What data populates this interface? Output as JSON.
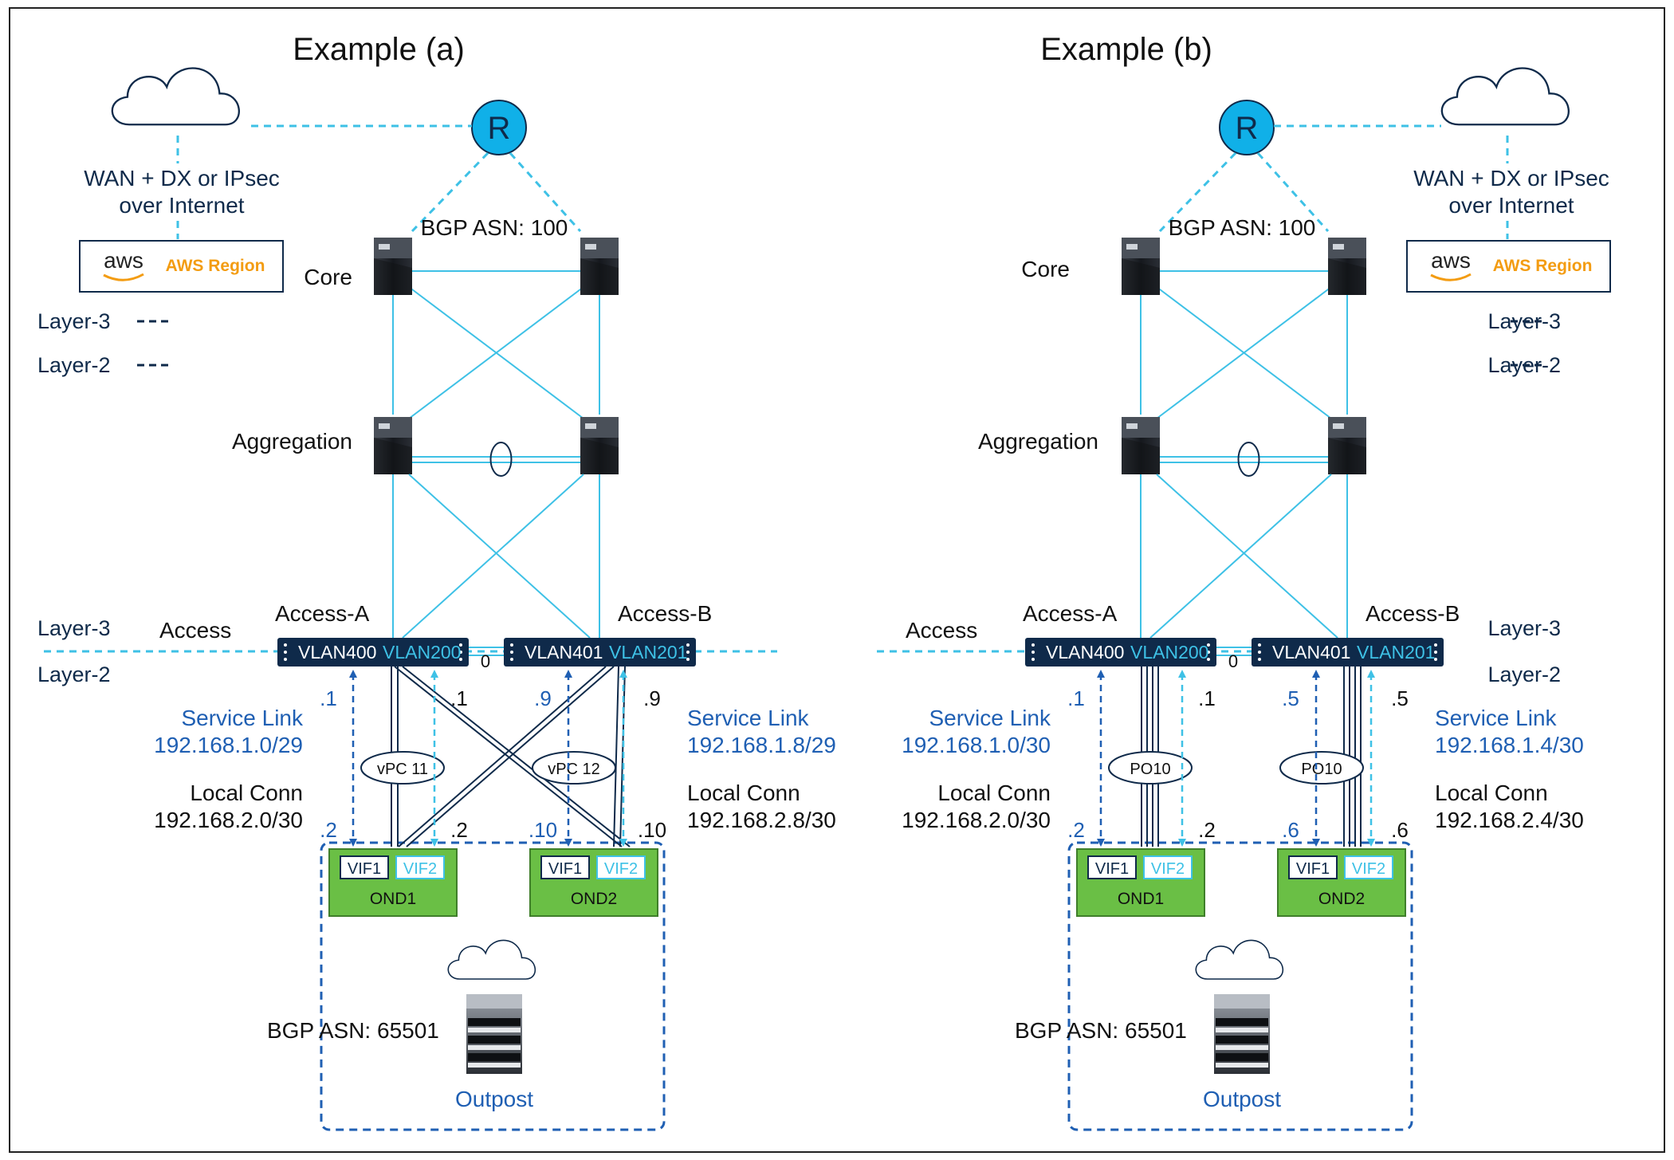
{
  "colors": {
    "link": "#3ec1e6",
    "dark_blue": "#1f5fb3",
    "navy": "#0f2a4a",
    "green": "#6abf45",
    "aws_orange": "#f39c12",
    "text": "#111111"
  },
  "labels": {
    "layer3": "Layer-3",
    "layer2": "Layer-2",
    "core": "Core",
    "aggregation": "Aggregation",
    "access": "Access",
    "access_a": "Access-A",
    "access_b": "Access-B",
    "bgp_top": "BGP ASN: 100",
    "bgp_bottom": "BGP ASN: 65501",
    "router": "R",
    "wan_line1": "WAN + DX or IPsec",
    "wan_line2": "over Internet",
    "aws_logo": "aws",
    "aws_region": "AWS Region",
    "vlan400": "VLAN400",
    "vlan200": "VLAN200",
    "vlan401": "VLAN401",
    "vlan201": "VLAN201",
    "peer_link": "0",
    "service_link": "Service Link",
    "local_conn": "Local Conn",
    "vif1": "VIF1",
    "vif2": "VIF2",
    "ond1": "OND1",
    "ond2": "OND2",
    "outpost": "Outpost",
    "layer_dash": "- - -"
  },
  "examples": [
    {
      "title": "Example (a)",
      "left_service_subnet": "192.168.1.0/29",
      "right_service_subnet": "192.168.1.8/29",
      "left_local_subnet": "192.168.2.0/30",
      "right_local_subnet": "192.168.2.8/30",
      "bundle1": "vPC 11",
      "bundle2": "vPC 12",
      "ip_a_service": ".1",
      "ip_a_local": ".1",
      "ip_b_service": ".9",
      "ip_b_local": ".9",
      "ip_ond1_service": ".2",
      "ip_ond1_local": ".2",
      "ip_ond2_service": ".10",
      "ip_ond2_local": ".10"
    },
    {
      "title": "Example (b)",
      "left_service_subnet": "192.168.1.0/30",
      "right_service_subnet": "192.168.1.4/30",
      "left_local_subnet": "192.168.2.0/30",
      "right_local_subnet": "192.168.2.4/30",
      "bundle1": "PO10",
      "bundle2": "PO10",
      "ip_a_service": ".1",
      "ip_a_local": ".1",
      "ip_b_service": ".5",
      "ip_b_local": ".5",
      "ip_ond1_service": ".2",
      "ip_ond1_local": ".2",
      "ip_ond2_service": ".6",
      "ip_ond2_local": ".6"
    }
  ]
}
